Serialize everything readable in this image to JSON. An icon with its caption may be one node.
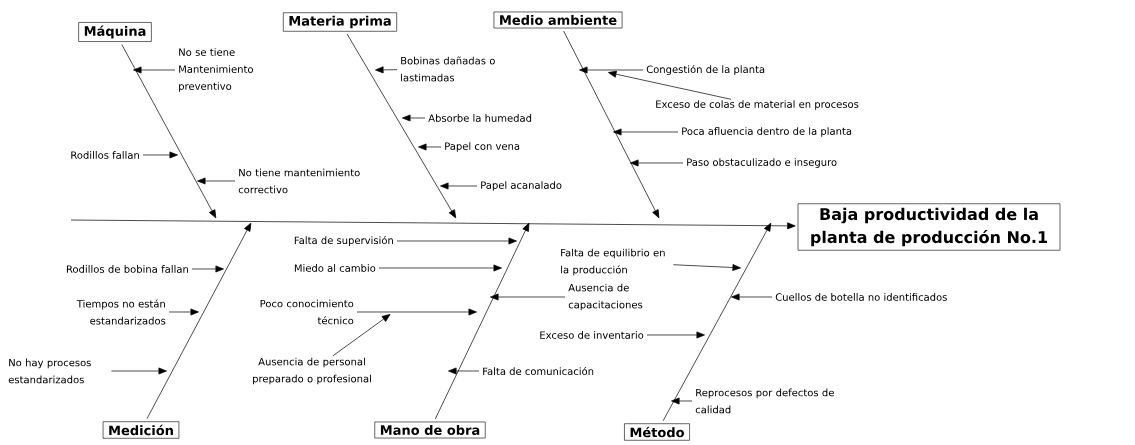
{
  "diagram": {
    "nodes": [
      {
        "text": [
          "Máquina"
        ]
      },
      {
        "text": [
          "Materia prima"
        ]
      },
      {
        "text": [
          "Medio ambiente"
        ]
      },
      {
        "text": [
          "No se tiene Mantenimiento preventivo"
        ]
      },
      {
        "text": [
          "Rodillos fallan"
        ]
      },
      {
        "text": [
          "No tiene mantenimiento correctivo"
        ]
      },
      {
        "text": [
          "Bobinas dañadas o lastimadas"
        ]
      },
      {
        "text": [
          "Absorbe la humedad"
        ]
      },
      {
        "text": [
          "Papel con vena"
        ]
      },
      {
        "text": [
          "Papel acanalado"
        ]
      },
      {
        "text": [
          "Congestión de la planta"
        ]
      },
      {
        "text": [
          "Exceso de colas de material en procesos"
        ]
      },
      {
        "text": [
          "Poca afluencia dentro de la planta"
        ]
      },
      {
        "text": [
          "Paso obstaculizado e inseguro"
        ]
      },
      {
        "text": [
          "Baja productividad de la planta de producción No.1"
        ]
      },
      {
        "text": [
          "Falta de supervisión"
        ]
      },
      {
        "text": [
          "Miedo al cambio"
        ]
      },
      {
        "text": [
          "Ausencia de capacitaciones"
        ]
      },
      {
        "text": [
          "Poco conocimiento técnico"
        ]
      },
      {
        "text": [
          "Ausencia de personal preparado o profesional"
        ]
      },
      {
        "text": [
          "Falta de equilibrio en la producción"
        ]
      },
      {
        "text": [
          "Cuellos de botella no identificados"
        ]
      },
      {
        "text": [
          "Rodillos de bobina fallan"
        ]
      },
      {
        "text": [
          "Tiempos no están estandarizados"
        ]
      },
      {
        "text": [
          "Exceso de inventario"
        ]
      },
      {
        "text": [
          "No hay procesos estandarizados"
        ]
      },
      {
        "text": [
          "Falta de comunicación"
        ]
      },
      {
        "text": [
          "Reprocesos por defectos de calidad"
        ]
      },
      {
        "text": [
          "Medición"
        ]
      },
      {
        "text": [
          "Mano de obra"
        ]
      },
      {
        "text": [
          "Método"
        ]
      }
    ],
    "edges": [
      {
        "from": null,
        "to": 14,
        "arrow": "to"
      },
      {
        "from": 0,
        "to": null,
        "arrow": "to"
      },
      {
        "from": 1,
        "to": null,
        "arrow": "to"
      },
      {
        "from": 2,
        "to": null,
        "arrow": "to"
      },
      {
        "from": 28,
        "to": null,
        "arrow": "to"
      },
      {
        "from": 29,
        "to": null,
        "arrow": "to"
      },
      {
        "from": 30,
        "to": null,
        "arrow": "to"
      },
      {
        "from": 3,
        "to": null,
        "arrow": "to"
      },
      {
        "from": 4,
        "to": null,
        "arrow": "to"
      },
      {
        "from": 5,
        "to": null,
        "arrow": "to"
      },
      {
        "from": 6,
        "to": null,
        "arrow": "to"
      },
      {
        "from": 7,
        "to": null,
        "arrow": "to"
      },
      {
        "from": 8,
        "to": null,
        "arrow": "to"
      },
      {
        "from": 9,
        "to": null,
        "arrow": "to"
      },
      {
        "from": 10,
        "to": null,
        "arrow": "to"
      },
      {
        "from": 11,
        "to": null,
        "arrow": "to"
      },
      {
        "from": 12,
        "to": null,
        "arrow": "to"
      },
      {
        "from": 13,
        "to": null,
        "arrow": "to"
      },
      {
        "from": 15,
        "to": null,
        "arrow": "to"
      },
      {
        "from": 16,
        "to": null,
        "arrow": "to"
      },
      {
        "from": 17,
        "to": null,
        "arrow": "to"
      },
      {
        "from": 18,
        "to": null,
        "arrow": "to"
      },
      {
        "from": 19,
        "to": null,
        "arrow": "to"
      },
      {
        "from": 20,
        "to": null,
        "arrow": "to"
      },
      {
        "from": 21,
        "to": null,
        "arrow": "to"
      },
      {
        "from": 22,
        "to": null,
        "arrow": "to"
      },
      {
        "from": 23,
        "to": null,
        "arrow": "to"
      },
      {
        "from": 24,
        "to": null,
        "arrow": "to"
      },
      {
        "from": 25,
        "to": null,
        "arrow": "to"
      },
      {
        "from": 26,
        "to": null,
        "arrow": "to"
      },
      {
        "from": 27,
        "to": null,
        "arrow": "to"
      }
    ]
  }
}
